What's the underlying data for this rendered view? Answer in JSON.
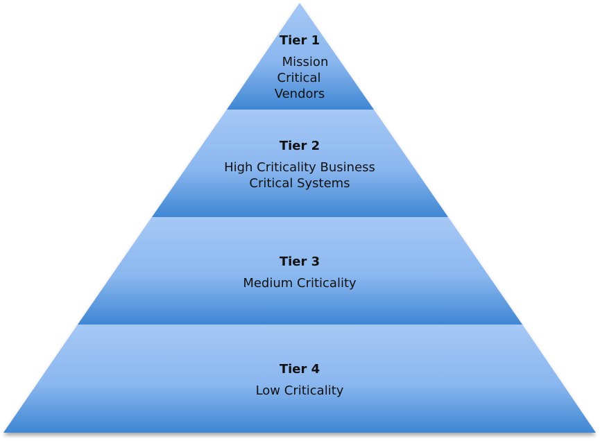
{
  "tiers": [
    {
      "title": "Tier 1",
      "description_lines": [
        "Mission",
        "Critical",
        "Vendors"
      ]
    },
    {
      "title": "Tier 2",
      "description_lines": [
        "High Criticality Business",
        "Critical Systems"
      ]
    },
    {
      "title": "Tier 3",
      "description_lines": [
        "Medium Criticality"
      ]
    },
    {
      "title": "Tier 4",
      "description_lines": [
        "Low Criticality"
      ]
    }
  ],
  "colors": {
    "fill_top": "#a6c8f5",
    "fill_bottom": "#3f86d3",
    "edge": "#2f6cb3",
    "text": "#111111"
  }
}
